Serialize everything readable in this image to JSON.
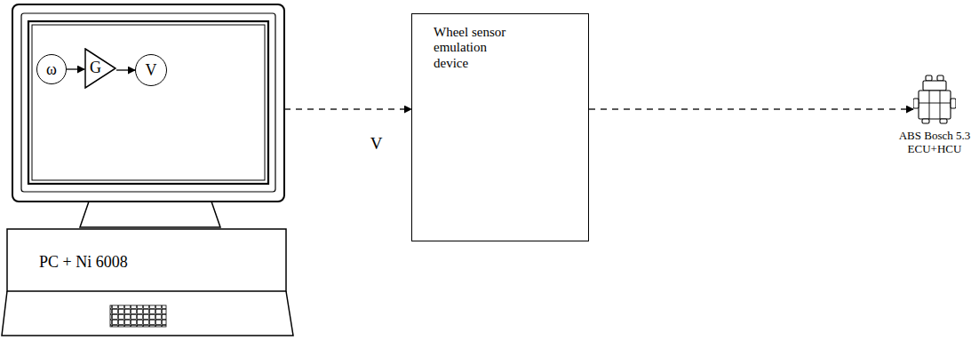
{
  "diagram": {
    "nodes": [
      {
        "text": [
          "PC + Ni 6008"
        ]
      },
      {
        "text": [
          "ω"
        ],
        "in": 0
      },
      {
        "text": [
          "G"
        ],
        "in": 0
      },
      {
        "text": [
          "V"
        ],
        "in": 0
      },
      {
        "text": [
          "Wheel sensor emulation device"
        ]
      },
      {
        "text": [
          "ABS Bosch 5.3 ECU+HCU"
        ]
      }
    ],
    "edges": [
      {
        "from": 1,
        "to": 2,
        "arrow": "to"
      },
      {
        "from": 2,
        "to": 3,
        "arrow": "to"
      },
      {
        "from": 0,
        "to": 4,
        "label": "V",
        "arrow": "to"
      },
      {
        "from": 4,
        "to": 5,
        "arrow": "to"
      }
    ]
  }
}
